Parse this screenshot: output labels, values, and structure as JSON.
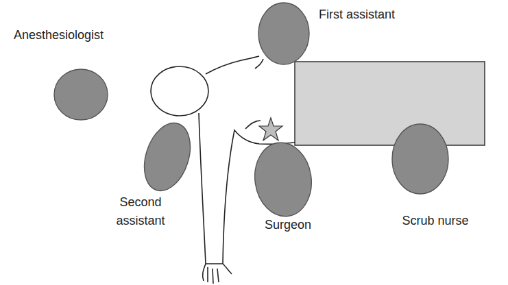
{
  "diagram": {
    "nodes": [
      {
        "text": [
          "First assistant"
        ]
      },
      {
        "text": [
          "Anesthesiologist"
        ]
      },
      {
        "text": [
          "Second assistant"
        ]
      },
      {
        "text": [
          "Surgeon"
        ]
      },
      {
        "text": [
          "Scrub nurse"
        ]
      }
    ]
  }
}
